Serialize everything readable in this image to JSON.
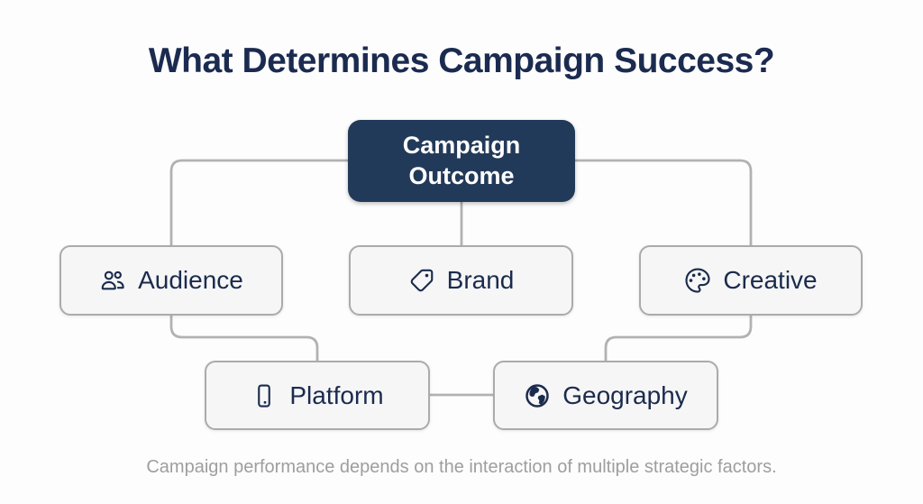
{
  "title": "What Determines Campaign Success?",
  "root_node": {
    "label": "Campaign Outcome"
  },
  "factor_nodes": [
    {
      "label": "Audience",
      "icon": "people-icon"
    },
    {
      "label": "Brand",
      "icon": "tag-icon"
    },
    {
      "label": "Creative",
      "icon": "palette-icon"
    },
    {
      "label": "Platform",
      "icon": "smartphone-icon"
    },
    {
      "label": "Geography",
      "icon": "globe-icon"
    }
  ],
  "caption": "Campaign performance depends on the interaction of multiple strategic factors.",
  "colors": {
    "navy": "#223a59",
    "ink": "#1b2b4d",
    "title_color": "#1b2b50",
    "line_gray": "#b2b2b2",
    "box_fill": "#f6f6f6",
    "box_border": "#ababab",
    "caption_gray": "#9e9e9e",
    "background": "#fdfdfd"
  }
}
